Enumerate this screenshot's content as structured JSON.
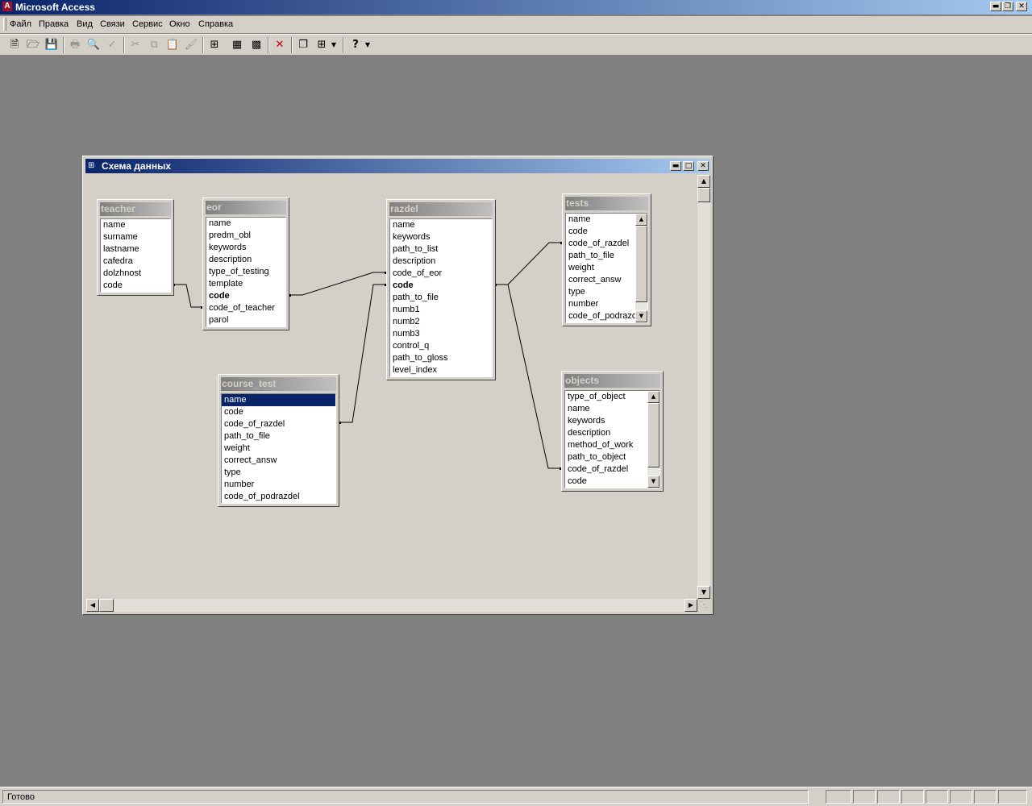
{
  "app": {
    "title": "Microsoft Access"
  },
  "menu": [
    "Файл",
    "Правка",
    "Вид",
    "Связи",
    "Сервис",
    "Окно",
    "Справка"
  ],
  "toolbar_icons": [
    "new-icon",
    "open-icon",
    "save-icon",
    "print-icon",
    "print-preview-icon",
    "spelling-icon",
    "cut-icon",
    "copy-icon",
    "paste-icon",
    "format-painter-icon",
    "show-table-icon",
    "show-direct-icon",
    "show-all-icon",
    "delete-icon",
    "database-window-icon",
    "new-object-icon",
    "help-icon"
  ],
  "window": {
    "title": "Схема данных"
  },
  "tables": {
    "teacher": {
      "name": "teacher",
      "fields": [
        {
          "name": "name"
        },
        {
          "name": "surname"
        },
        {
          "name": "lastname"
        },
        {
          "name": "cafedra"
        },
        {
          "name": "dolzhnost"
        },
        {
          "name": "code"
        }
      ]
    },
    "eor": {
      "name": "eor",
      "fields": [
        {
          "name": "name"
        },
        {
          "name": "predm_obl"
        },
        {
          "name": "keywords"
        },
        {
          "name": "description"
        },
        {
          "name": "type_of_testing"
        },
        {
          "name": "template"
        },
        {
          "name": "code",
          "key": true
        },
        {
          "name": "code_of_teacher"
        },
        {
          "name": "parol"
        }
      ]
    },
    "razdel": {
      "name": "razdel",
      "fields": [
        {
          "name": "name"
        },
        {
          "name": "keywords"
        },
        {
          "name": "path_to_list"
        },
        {
          "name": "description"
        },
        {
          "name": "code_of_eor"
        },
        {
          "name": "code",
          "key": true
        },
        {
          "name": "path_to_file"
        },
        {
          "name": "numb1"
        },
        {
          "name": "numb2"
        },
        {
          "name": "numb3"
        },
        {
          "name": "control_q"
        },
        {
          "name": "path_to_gloss"
        },
        {
          "name": "level_index"
        }
      ]
    },
    "tests": {
      "name": "tests",
      "fields": [
        {
          "name": "name"
        },
        {
          "name": "code"
        },
        {
          "name": "code_of_razdel"
        },
        {
          "name": "path_to_file"
        },
        {
          "name": "weight"
        },
        {
          "name": "correct_answ"
        },
        {
          "name": "type"
        },
        {
          "name": "number"
        },
        {
          "name": "code_of_podrazdel"
        }
      ]
    },
    "course_test": {
      "name": "course_test",
      "fields": [
        {
          "name": "name",
          "selected": true
        },
        {
          "name": "code"
        },
        {
          "name": "code_of_razdel"
        },
        {
          "name": "path_to_file"
        },
        {
          "name": "weight"
        },
        {
          "name": "correct_answ"
        },
        {
          "name": "type"
        },
        {
          "name": "number"
        },
        {
          "name": "code_of_podrazdel"
        }
      ]
    },
    "objects": {
      "name": "objects",
      "fields": [
        {
          "name": "type_of_object"
        },
        {
          "name": "name"
        },
        {
          "name": "keywords"
        },
        {
          "name": "description"
        },
        {
          "name": "method_of_work"
        },
        {
          "name": "path_to_object"
        },
        {
          "name": "code_of_razdel"
        },
        {
          "name": "code"
        }
      ]
    }
  },
  "status": {
    "text": "Готово"
  }
}
